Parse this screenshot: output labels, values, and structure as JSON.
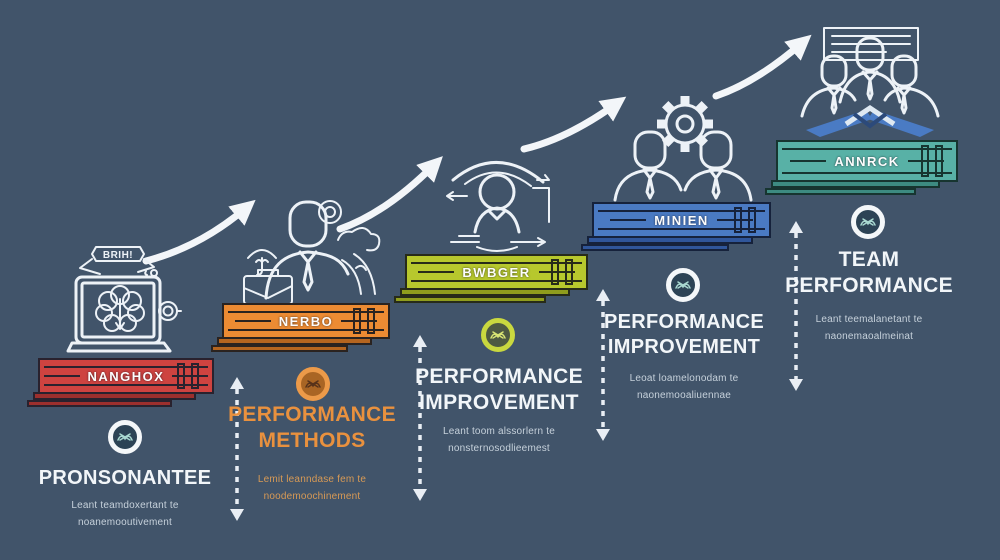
{
  "background": "#41546a",
  "arrow_color": "#f3f6f9",
  "connector_color": "#e9eef4",
  "steps": [
    {
      "banner_label": "NANGHOX",
      "bubble_text": "BRIH!",
      "title1": "PRONSONANTEE",
      "title2": "",
      "caption1": "Leant teamdoxertant te",
      "caption2": "noanemooutivement",
      "banner_color": "#ce4340",
      "banner_dark": "#9c2f2d",
      "banner_border": "#29222e",
      "title_color": "#f2f6f9",
      "caption_color": "#c6d1db",
      "badge_ring": "#f4f7f9",
      "badge_center": "#2c4355",
      "badge_glyph": "#a8d8d0",
      "icon": "brain-computer-icon"
    },
    {
      "banner_label": "NERBO",
      "title1": "PERFORMANCE",
      "title2": "METHODS",
      "caption1": "Lemit leanndase fem te",
      "caption2": "noodemoochinement",
      "banner_color": "#ec8b33",
      "banner_dark": "#b5651f",
      "banner_border": "#2a2320",
      "title_color": "#e9913e",
      "caption_color": "#d89a55",
      "badge_ring": "#ec9a49",
      "badge_center": "#a96524",
      "badge_glyph": "#57321a",
      "icon": "businessman-outlook-icon"
    },
    {
      "banner_label": "BWBGER",
      "title1": "PERFORMANCE",
      "title2": "IMPROVEMENT",
      "caption1": "Leant toom alssorlern te",
      "caption2": "nonsternosodlieemest",
      "banner_color": "#b7c82d",
      "banner_dark": "#8f9d1d",
      "banner_border": "#272b19",
      "title_color": "#f2f6f9",
      "caption_color": "#c6d1db",
      "badge_ring": "#c9d83f",
      "badge_center": "#4e5a42",
      "badge_glyph": "#d8e474",
      "icon": "person-360-icon"
    },
    {
      "banner_label": "MINIEN",
      "title1": "PERFORMANCE",
      "title2": "IMPROVEMENT",
      "caption1": "Leoat loamelonodam te",
      "caption2": "naonemooaliuennae",
      "banner_color": "#4a7ac2",
      "banner_dark": "#30569a",
      "banner_border": "#16223b",
      "title_color": "#f2f6f9",
      "caption_color": "#c6d1db",
      "badge_ring": "#f4f7f9",
      "badge_center": "#2c4355",
      "badge_glyph": "#a8d8d0",
      "icon": "team-gear-icon"
    },
    {
      "banner_label": "ANNRCK",
      "title1": "TEAM",
      "title2": "PERFORMANCE",
      "caption1": "Leant teemalanetant te",
      "caption2": "naonemaoalmeinat",
      "banner_color": "#58b1a6",
      "banner_dark": "#3d8b81",
      "banner_border": "#173530",
      "title_color": "#f2f6f9",
      "caption_color": "#c6d1db",
      "badge_ring": "#f4f7f9",
      "badge_center": "#2c4355",
      "badge_glyph": "#a8d8d0",
      "icon": "team-podium-icon"
    }
  ]
}
